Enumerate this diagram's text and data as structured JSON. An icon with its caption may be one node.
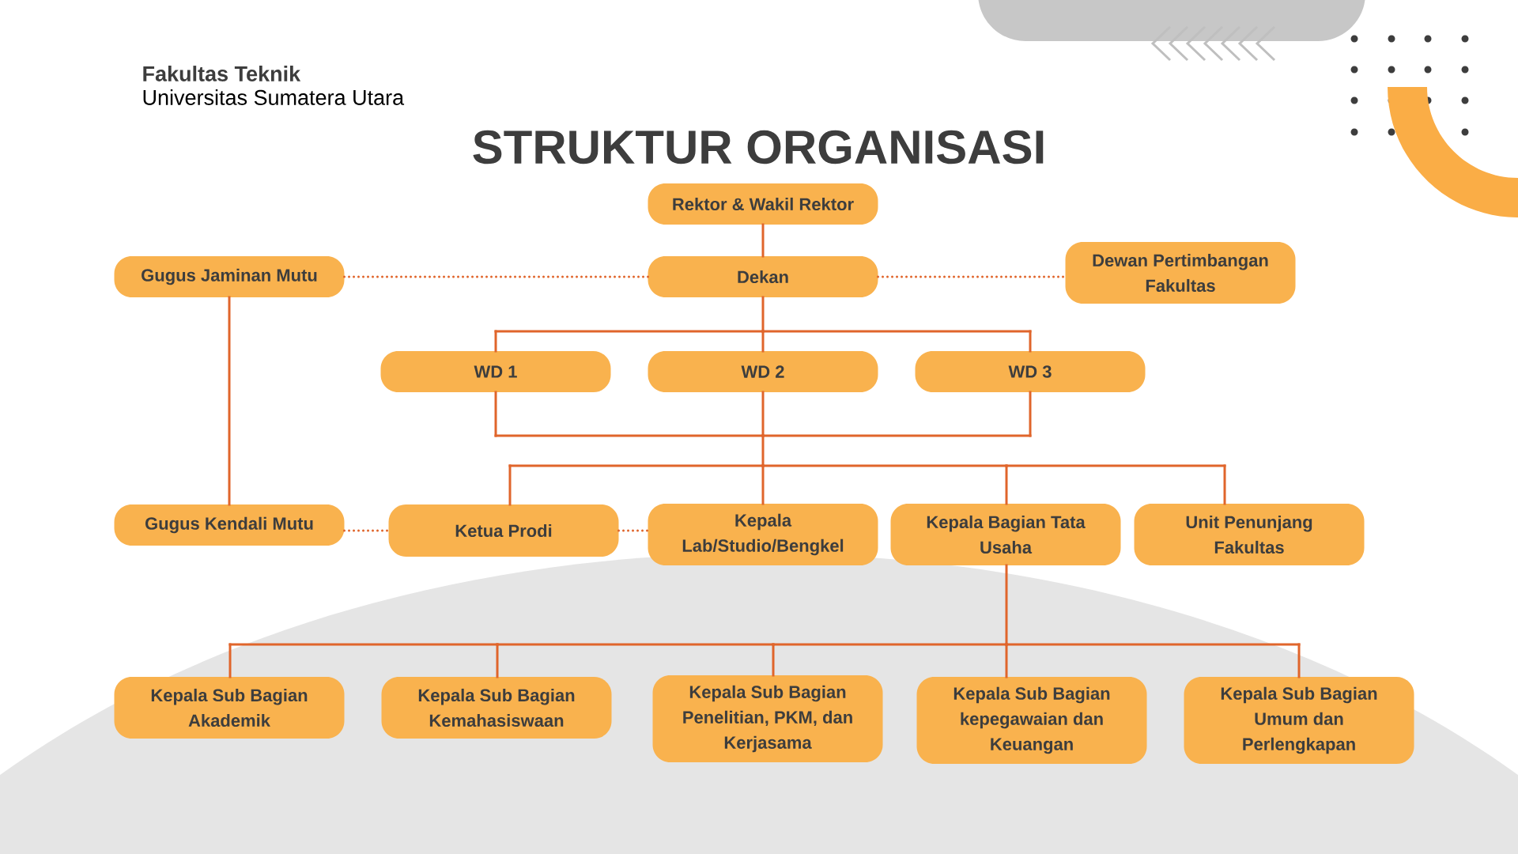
{
  "diagram": {
    "title": "STRUKTUR ORGANISASI",
    "nodes": [
      {
        "text": [
          "Rektor & Wakil Rektor"
        ]
      },
      {
        "text": [
          "Gugus Jaminan Mutu"
        ]
      },
      {
        "text": [
          "Dekan"
        ]
      },
      {
        "text": [
          "Dewan Pertimbangan Fakultas"
        ]
      },
      {
        "text": [
          "WD 1"
        ]
      },
      {
        "text": [
          "WD 2"
        ]
      },
      {
        "text": [
          "WD 3"
        ]
      },
      {
        "text": [
          "Gugus Kendali Mutu"
        ]
      },
      {
        "text": [
          "Ketua Prodi"
        ]
      },
      {
        "text": [
          "Kepala Lab/Studio/Bengkel"
        ]
      },
      {
        "text": [
          "Kepala Bagian Tata Usaha"
        ]
      },
      {
        "text": [
          "Unit Penunjang Fakultas"
        ]
      },
      {
        "text": [
          "Kepala Sub Bagian Akademik"
        ]
      },
      {
        "text": [
          "Kepala Sub Bagian Kemahasiswaan"
        ]
      },
      {
        "text": [
          "Kepala Sub Bagian Penelitian, PKM, dan Kerjasama"
        ]
      },
      {
        "text": [
          "Kepala Sub Bagian kepegawaian dan Keuangan"
        ]
      },
      {
        "text": [
          "Kepala Sub Bagian Umum dan Perlengkapan"
        ]
      }
    ],
    "edges": [
      {
        "from": 0,
        "to": 2,
        "arrow": "none"
      },
      {
        "from": 1,
        "to": 2,
        "arrow": "none",
        "style": "dashed"
      },
      {
        "from": 2,
        "to": 3,
        "arrow": "none",
        "style": "dashed"
      },
      {
        "from": 2,
        "to": 4,
        "arrow": "none"
      },
      {
        "from": 2,
        "to": 5,
        "arrow": "none"
      },
      {
        "from": 2,
        "to": 6,
        "arrow": "none"
      },
      {
        "from": 4,
        "to": 8,
        "arrow": "none"
      },
      {
        "from": 4,
        "to": 9,
        "arrow": "none"
      },
      {
        "from": 4,
        "to": 10,
        "arrow": "none"
      },
      {
        "from": 4,
        "to": 11,
        "arrow": "none"
      },
      {
        "from": 5,
        "to": 8,
        "arrow": "none"
      },
      {
        "from": 5,
        "to": 9,
        "arrow": "none"
      },
      {
        "from": 5,
        "to": 10,
        "arrow": "none"
      },
      {
        "from": 5,
        "to": 11,
        "arrow": "none"
      },
      {
        "from": 6,
        "to": 8,
        "arrow": "none"
      },
      {
        "from": 6,
        "to": 9,
        "arrow": "none"
      },
      {
        "from": 6,
        "to": 10,
        "arrow": "none"
      },
      {
        "from": 6,
        "to": 11,
        "arrow": "none"
      },
      {
        "from": 1,
        "to": 7,
        "arrow": "none"
      },
      {
        "from": 7,
        "to": 8,
        "arrow": "none",
        "style": "dashed"
      },
      {
        "from": 8,
        "to": 9,
        "arrow": "none",
        "style": "dashed"
      },
      {
        "from": 10,
        "to": 12,
        "arrow": "none"
      },
      {
        "from": 10,
        "to": 13,
        "arrow": "none"
      },
      {
        "from": 10,
        "to": 14,
        "arrow": "none"
      },
      {
        "from": 10,
        "to": 15,
        "arrow": "none"
      },
      {
        "from": 10,
        "to": 16,
        "arrow": "none"
      }
    ],
    "labels": [
      "Fakultas Teknik",
      "Universitas Sumatera Utara"
    ]
  }
}
